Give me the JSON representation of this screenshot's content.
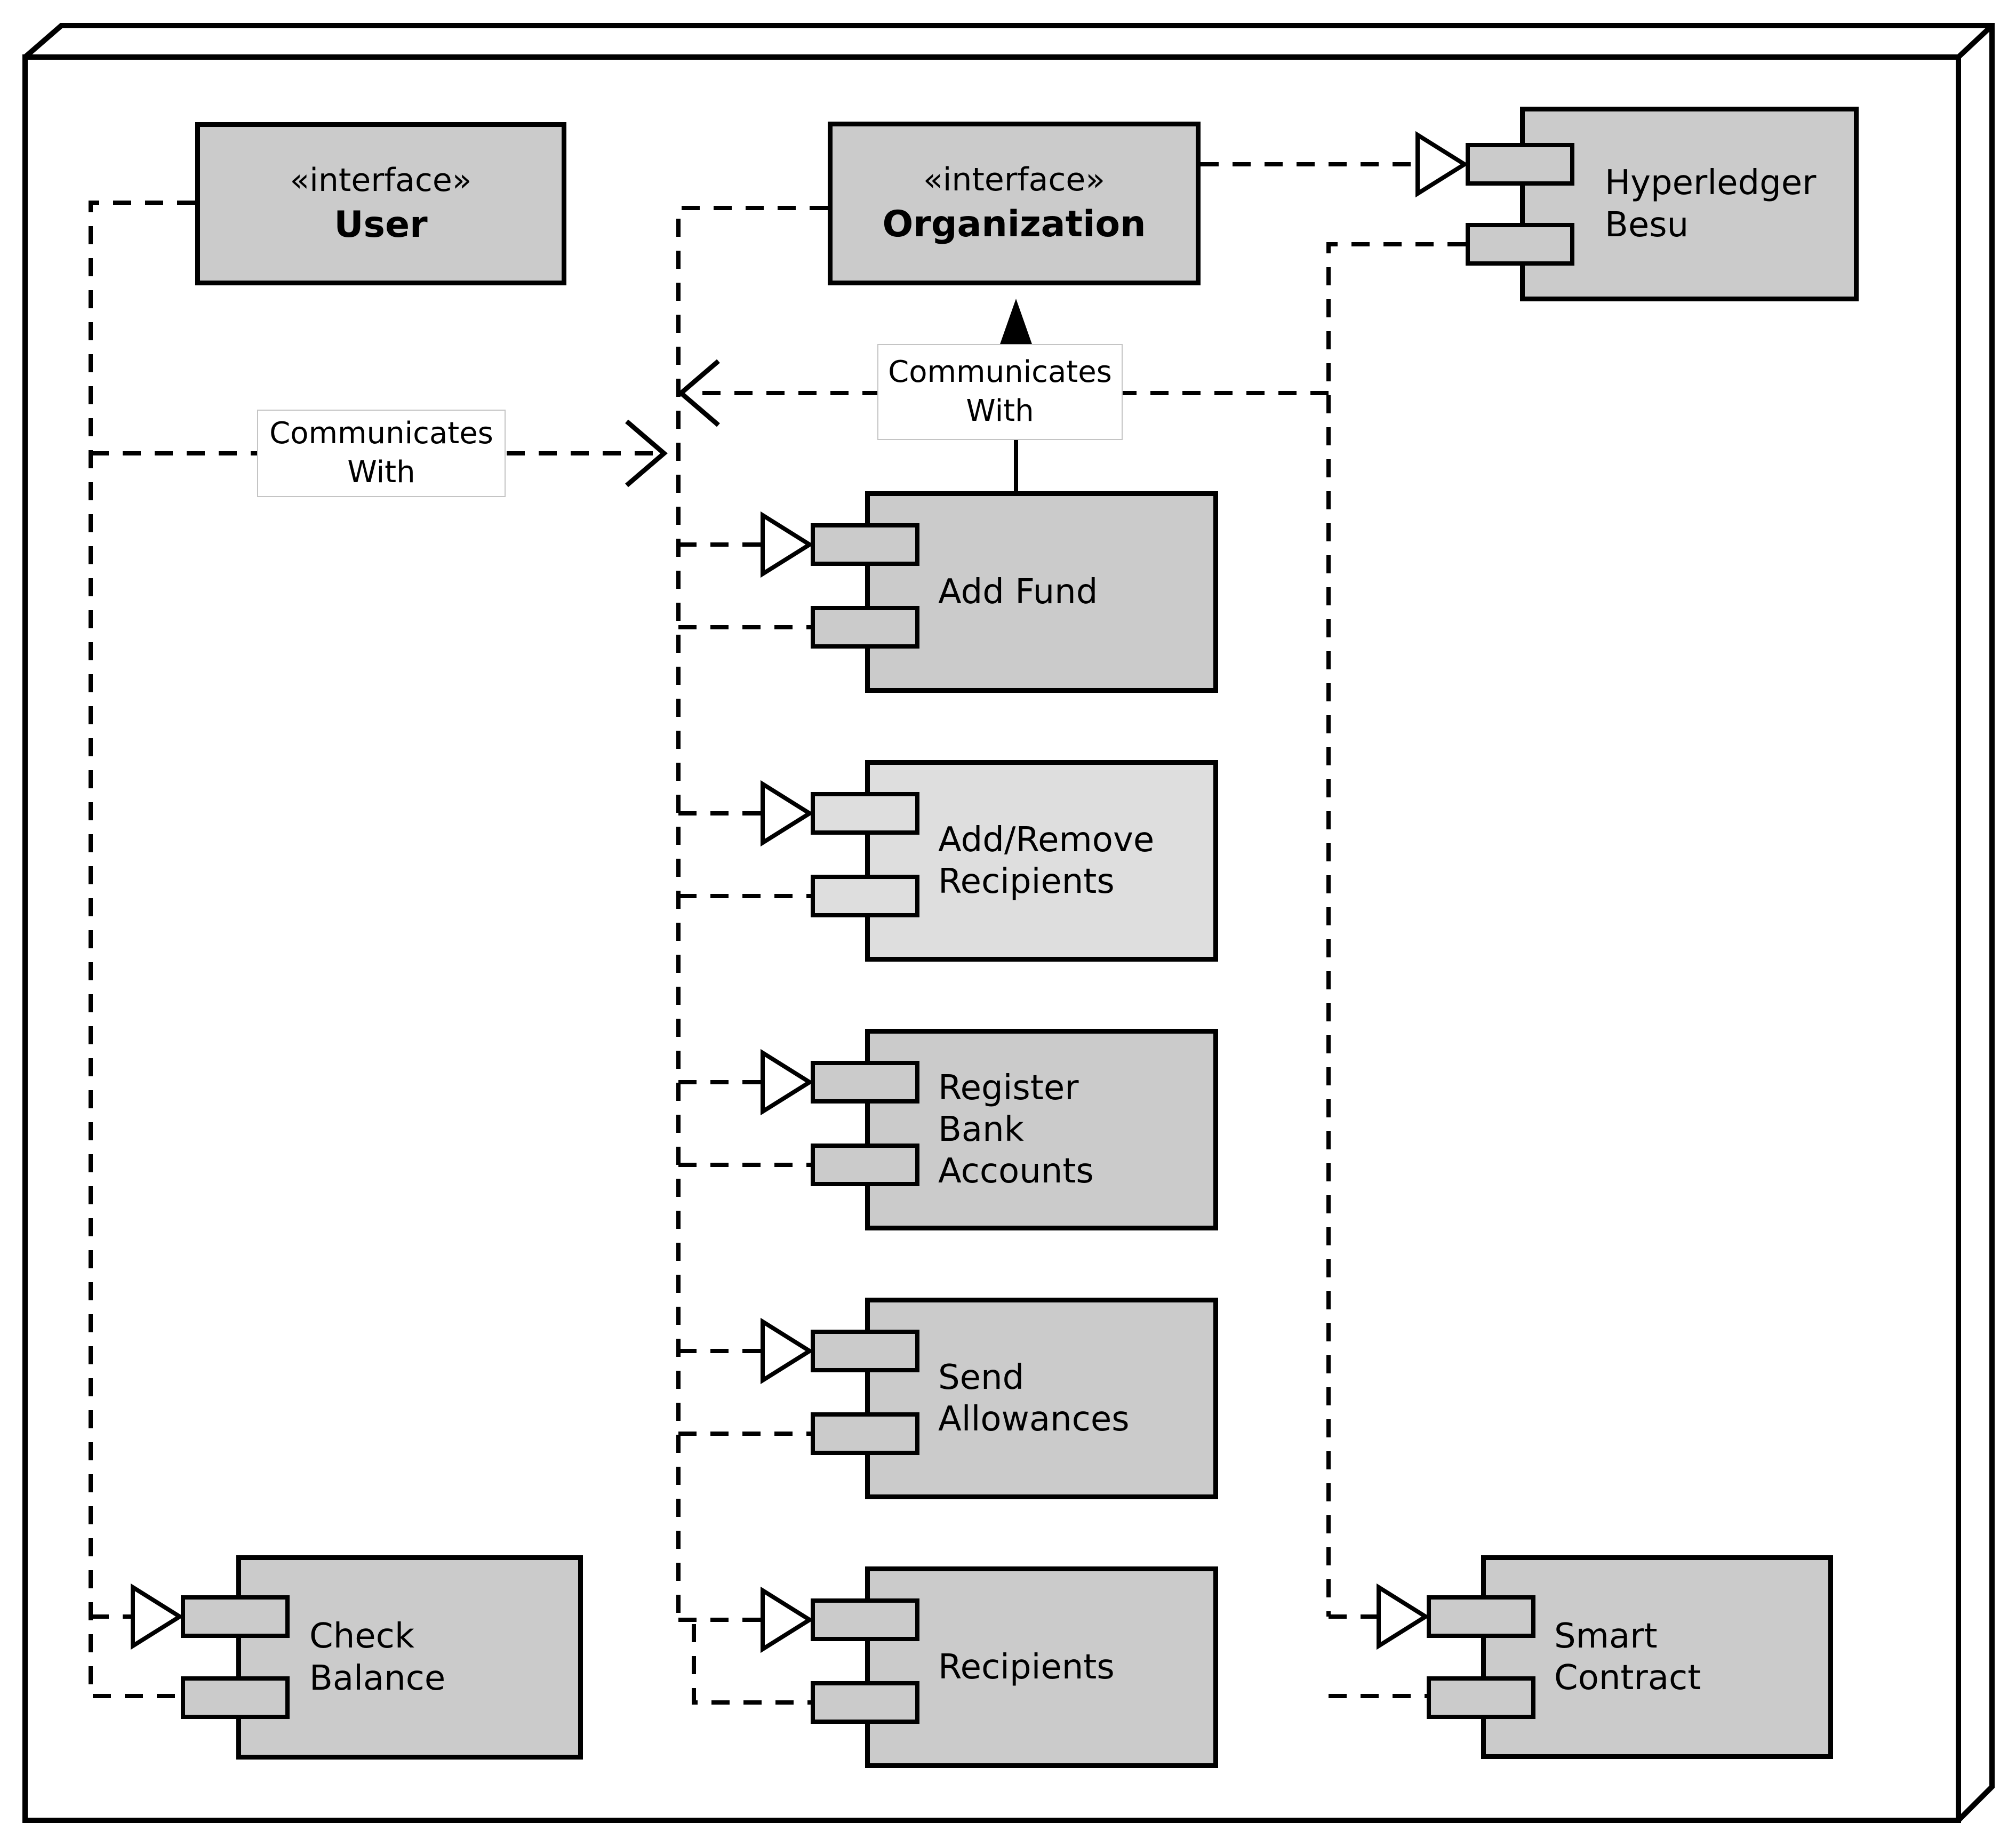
{
  "diagram_type": "UML component diagram inside a system node",
  "colors": {
    "node_fill": "#cbcbcb",
    "node_fill_light": "#dedede",
    "line": "#000000",
    "background": "#ffffff",
    "label_border": "#c4c4c4"
  },
  "nodes": {
    "user": {
      "stereotype": "«interface»",
      "name": "User"
    },
    "organization": {
      "stereotype": "«interface»",
      "name": "Organization"
    },
    "hyperledger_besu": {
      "line1": "Hyperledger",
      "line2": "Besu"
    },
    "add_fund": {
      "line1": "Add Fund"
    },
    "add_remove_recipients": {
      "line1": "Add/Remove",
      "line2": "Recipients"
    },
    "register_bank_accounts": {
      "line1": "Register",
      "line2": "Bank",
      "line3": "Accounts"
    },
    "send_allowances": {
      "line1": "Send",
      "line2": "Allowances"
    },
    "recipients": {
      "line1": "Recipients"
    },
    "check_balance": {
      "line1": "Check",
      "line2": "Balance"
    },
    "smart_contract": {
      "line1": "Smart",
      "line2": "Contract"
    }
  },
  "edge_labels": {
    "user_to_components": {
      "line1": "Communicates",
      "line2": "With"
    },
    "besu_to_components": {
      "line1": "Communicates",
      "line2": "With"
    }
  }
}
